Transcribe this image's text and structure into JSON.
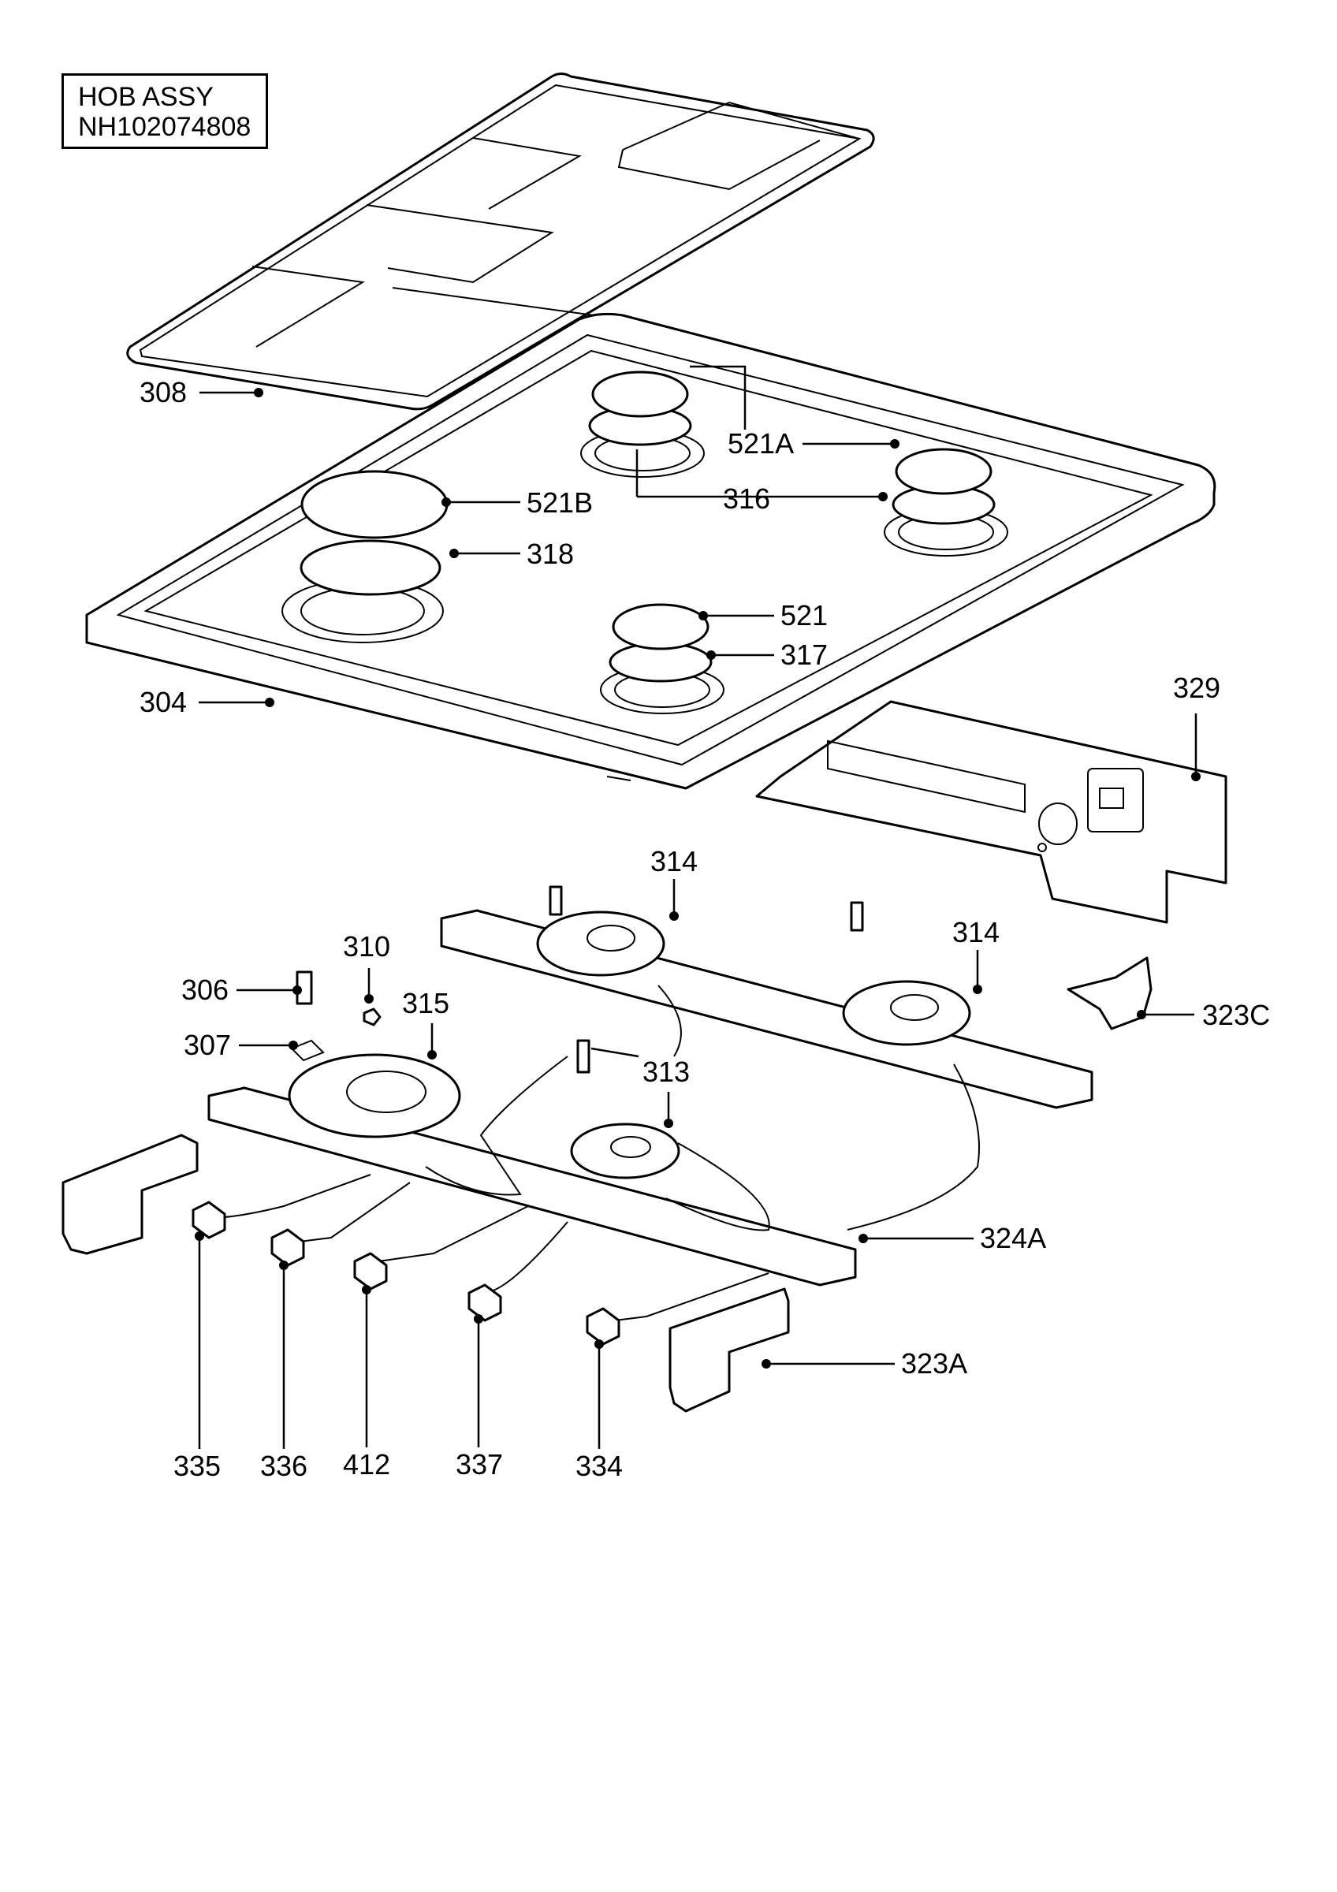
{
  "title": {
    "line1": "HOB ASSY",
    "line2": "NH102074808"
  },
  "callouts": [
    {
      "id": "308",
      "label": "308"
    },
    {
      "id": "521A",
      "label": "521A"
    },
    {
      "id": "316",
      "label": "316"
    },
    {
      "id": "521B",
      "label": "521B"
    },
    {
      "id": "318",
      "label": "318"
    },
    {
      "id": "521",
      "label": "521"
    },
    {
      "id": "317",
      "label": "317"
    },
    {
      "id": "304",
      "label": "304"
    },
    {
      "id": "329",
      "label": "329"
    },
    {
      "id": "314a",
      "label": "314"
    },
    {
      "id": "314b",
      "label": "314"
    },
    {
      "id": "310",
      "label": "310"
    },
    {
      "id": "306",
      "label": "306"
    },
    {
      "id": "315",
      "label": "315"
    },
    {
      "id": "307",
      "label": "307"
    },
    {
      "id": "313",
      "label": "313"
    },
    {
      "id": "323C",
      "label": "323C"
    },
    {
      "id": "324A",
      "label": "324A"
    },
    {
      "id": "323A",
      "label": "323A"
    },
    {
      "id": "335",
      "label": "335"
    },
    {
      "id": "336",
      "label": "336"
    },
    {
      "id": "412",
      "label": "412"
    },
    {
      "id": "337",
      "label": "337"
    },
    {
      "id": "334",
      "label": "334"
    }
  ]
}
